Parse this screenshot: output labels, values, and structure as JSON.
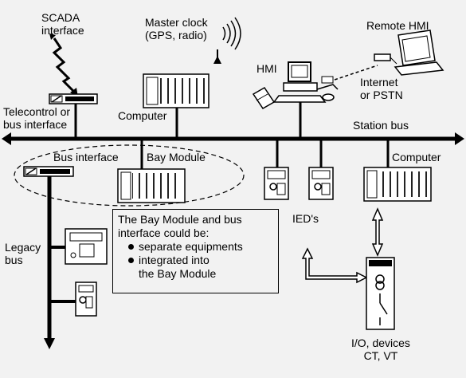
{
  "labels": {
    "scada": [
      "SCADA",
      "interface"
    ],
    "master_clock": [
      "Master clock",
      "(GPS, radio)"
    ],
    "remote_hmi": "Remote HMI",
    "hmi": "HMI",
    "internet": [
      "Internet",
      "or PSTN"
    ],
    "telecontrol": [
      "Telecontrol or",
      "bus interface"
    ],
    "computer_top": "Computer",
    "station_bus": "Station bus",
    "bus_interface": "Bus interface",
    "bay_module": "Bay Module",
    "computer_right": "Computer",
    "ieds": "IED's",
    "legacy_bus": [
      "Legacy",
      "bus"
    ],
    "io_devices": [
      "I/O, devices",
      "CT, VT"
    ]
  },
  "note": {
    "intro": [
      "The Bay Module and bus",
      "interface could be:"
    ],
    "bullets": [
      "separate equipments",
      "integrated into"
    ],
    "continuation": "the Bay Module"
  }
}
